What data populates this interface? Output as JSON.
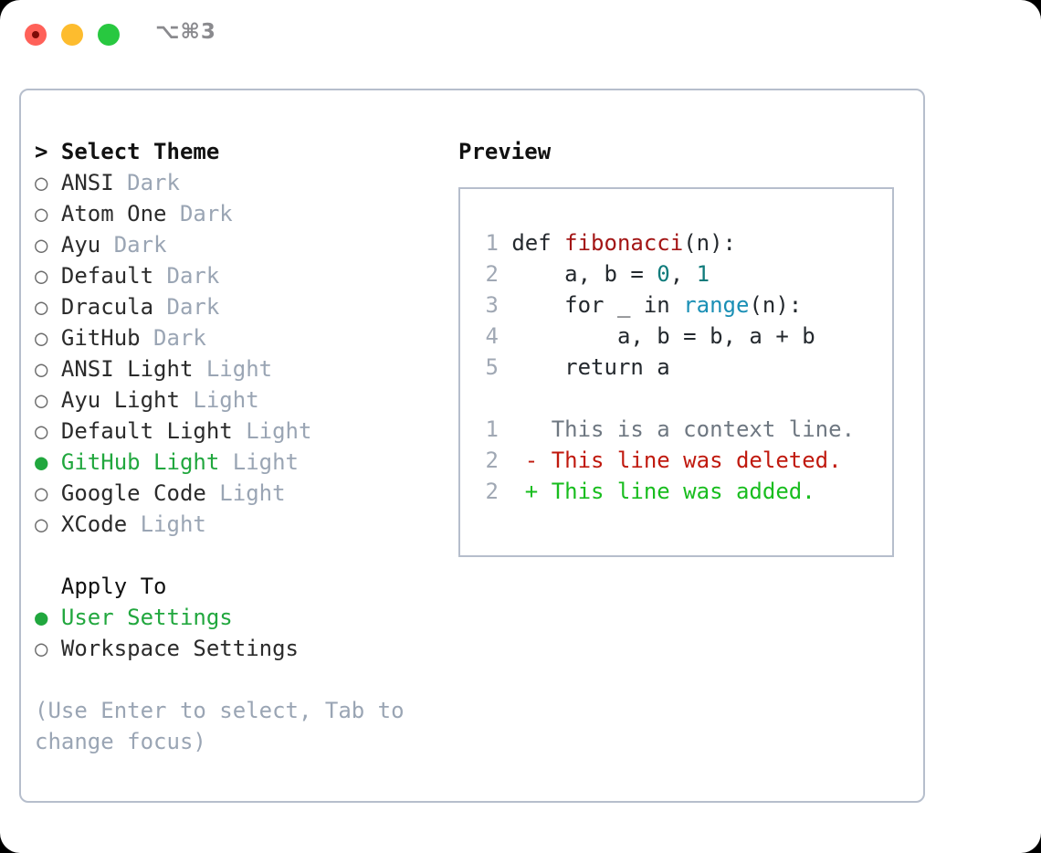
{
  "titlebar": {
    "shortcut": "⌥⌘3",
    "lights": [
      {
        "name": "close",
        "color": "#FF6159"
      },
      {
        "name": "minimize",
        "color": "#FDBC2E"
      },
      {
        "name": "zoom",
        "color": "#28C840"
      }
    ]
  },
  "theme_section": {
    "header": "> Select Theme",
    "focused": true,
    "options": [
      {
        "bullet": "○",
        "label": "ANSI",
        "badge": "Dark",
        "selected": false
      },
      {
        "bullet": "○",
        "label": "Atom One",
        "badge": "Dark",
        "selected": false
      },
      {
        "bullet": "○",
        "label": "Ayu",
        "badge": "Dark",
        "selected": false
      },
      {
        "bullet": "○",
        "label": "Default",
        "badge": "Dark",
        "selected": false
      },
      {
        "bullet": "○",
        "label": "Dracula",
        "badge": "Dark",
        "selected": false
      },
      {
        "bullet": "○",
        "label": "GitHub",
        "badge": "Dark",
        "selected": false
      },
      {
        "bullet": "○",
        "label": "ANSI Light",
        "badge": "Light",
        "selected": false
      },
      {
        "bullet": "○",
        "label": "Ayu Light",
        "badge": "Light",
        "selected": false
      },
      {
        "bullet": "○",
        "label": "Default Light",
        "badge": "Light",
        "selected": false
      },
      {
        "bullet": "●",
        "label": "GitHub Light",
        "badge": "Light",
        "selected": true
      },
      {
        "bullet": "○",
        "label": "Google Code",
        "badge": "Light",
        "selected": false
      },
      {
        "bullet": "○",
        "label": "XCode",
        "badge": "Light",
        "selected": false
      }
    ]
  },
  "apply_section": {
    "header": "  Apply To",
    "focused": false,
    "options": [
      {
        "bullet": "●",
        "label": "User Settings",
        "badge": "",
        "selected": true
      },
      {
        "bullet": "○",
        "label": "Workspace Settings",
        "badge": "",
        "selected": false
      }
    ]
  },
  "hint": "(Use Enter to select, Tab to change focus)",
  "preview": {
    "title": "Preview",
    "code_lines": [
      {
        "num": "1",
        "segments": [
          {
            "text": "def ",
            "type": "plain"
          },
          {
            "text": "fibonacci",
            "type": "func"
          },
          {
            "text": "(n):",
            "type": "plain"
          }
        ]
      },
      {
        "num": "2",
        "segments": [
          {
            "text": "    a, b = ",
            "type": "plain"
          },
          {
            "text": "0",
            "type": "num"
          },
          {
            "text": ", ",
            "type": "plain"
          },
          {
            "text": "1",
            "type": "num"
          }
        ]
      },
      {
        "num": "3",
        "segments": [
          {
            "text": "    for _ in ",
            "type": "plain"
          },
          {
            "text": "range",
            "type": "builtin"
          },
          {
            "text": "(n):",
            "type": "plain"
          }
        ]
      },
      {
        "num": "4",
        "segments": [
          {
            "text": "        a, b = b, a + b",
            "type": "plain"
          }
        ]
      },
      {
        "num": "5",
        "segments": [
          {
            "text": "    return a",
            "type": "plain"
          }
        ]
      }
    ],
    "diff_lines": [
      {
        "num": "1",
        "marker": " ",
        "text": "This is a context line.",
        "type": "ctx"
      },
      {
        "num": "2",
        "marker": "-",
        "text": "This line was deleted.",
        "type": "del"
      },
      {
        "num": "2",
        "marker": "+",
        "text": "This line was added.",
        "type": "add"
      }
    ]
  },
  "colors": {
    "accent_green": "#21A73E",
    "badge_gray": "#9AA5B4",
    "border": "#B6BECC",
    "func_red": "#A31515",
    "number_teal": "#0F7B7B",
    "builtin_blue": "#1A8FB5",
    "diff_delete": "#C0190E",
    "diff_add": "#18BD1E",
    "diff_context": "#6E7781"
  }
}
